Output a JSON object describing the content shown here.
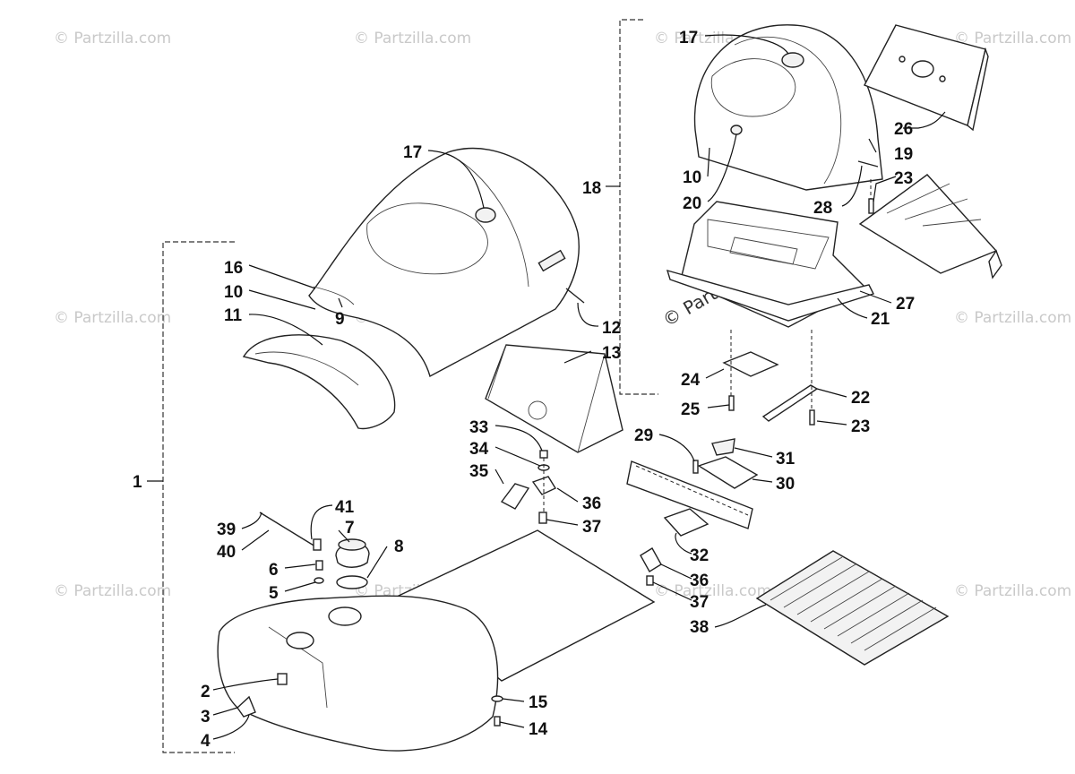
{
  "watermark": "© Partzilla.com",
  "callouts": [
    "1",
    "2",
    "3",
    "4",
    "5",
    "6",
    "7",
    "8",
    "9",
    "10",
    "11",
    "12",
    "13",
    "14",
    "15",
    "16",
    "17",
    "18",
    "19",
    "20",
    "21",
    "22",
    "23",
    "24",
    "25",
    "26",
    "27",
    "28",
    "29",
    "30",
    "31",
    "32",
    "33",
    "34",
    "35",
    "36",
    "37",
    "38",
    "39",
    "40",
    "41"
  ],
  "labels": {
    "l1": "1",
    "l2": "2",
    "l3": "3",
    "l4": "4",
    "l5": "5",
    "l6": "6",
    "l7": "7",
    "l8": "8",
    "l9": "9",
    "l10a": "10",
    "l10b": "10",
    "l11": "11",
    "l12": "12",
    "l13": "13",
    "l14": "14",
    "l15": "15",
    "l16": "16",
    "l17a": "17",
    "l17b": "17",
    "l18": "18",
    "l19": "19",
    "l20": "20",
    "l21": "21",
    "l22": "22",
    "l23a": "23",
    "l23b": "23",
    "l24": "24",
    "l25": "25",
    "l26": "26",
    "l27": "27",
    "l28": "28",
    "l29": "29",
    "l30": "30",
    "l31": "31",
    "l32": "32",
    "l33": "33",
    "l34": "34",
    "l35": "35",
    "l36a": "36",
    "l36b": "36",
    "l37a": "37",
    "l37b": "37",
    "l38": "38",
    "l39": "39",
    "l40": "40",
    "l41": "41"
  }
}
